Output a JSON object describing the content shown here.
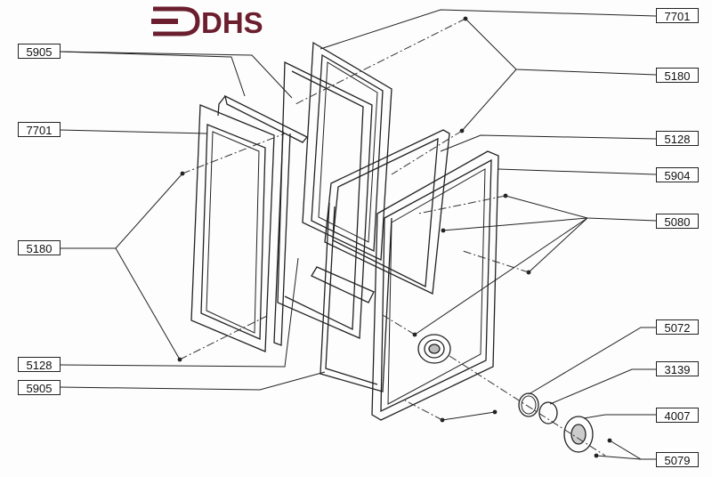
{
  "logo": {
    "text": "DHS",
    "color": "#6b1e2e"
  },
  "callouts": [
    {
      "id": "c-7701-top",
      "part": "7701"
    },
    {
      "id": "c-5905-top",
      "part": "5905"
    },
    {
      "id": "c-5180-right",
      "part": "5180"
    },
    {
      "id": "c-7701-left",
      "part": "7701"
    },
    {
      "id": "c-5128-right",
      "part": "5128"
    },
    {
      "id": "c-5904",
      "part": "5904"
    },
    {
      "id": "c-5080",
      "part": "5080"
    },
    {
      "id": "c-5180-left",
      "part": "5180"
    },
    {
      "id": "c-5072",
      "part": "5072"
    },
    {
      "id": "c-3139",
      "part": "3139"
    },
    {
      "id": "c-5128-left",
      "part": "5128"
    },
    {
      "id": "c-5905-bottom",
      "part": "5905"
    },
    {
      "id": "c-4007",
      "part": "4007"
    },
    {
      "id": "c-5079",
      "part": "5079"
    }
  ]
}
